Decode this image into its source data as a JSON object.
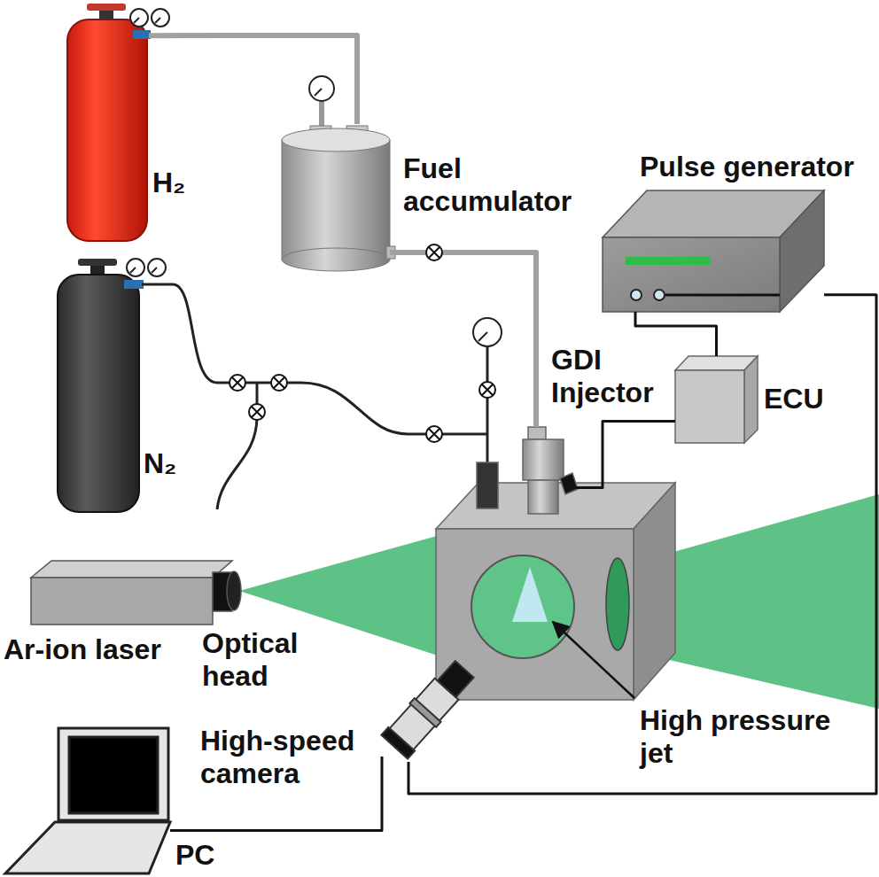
{
  "diagram": {
    "nodes": [
      {
        "text": [
          "H₂"
        ]
      },
      {
        "text": [
          "N₂"
        ]
      },
      {
        "text": [
          "Fuel accumulator"
        ]
      },
      {
        "text": [
          "Pulse generator"
        ]
      },
      {
        "text": [
          "GDI Injector"
        ]
      },
      {
        "text": [
          "ECU"
        ]
      },
      {
        "text": [
          "Ar-ion laser"
        ]
      },
      {
        "text": [
          "High-speed camera"
        ]
      },
      {
        "text": [
          "PC"
        ]
      }
    ],
    "edges": [
      {
        "from": 0,
        "to": 2,
        "arrow": "none"
      },
      {
        "from": 2,
        "to": 4,
        "arrow": "none"
      },
      {
        "from": 3,
        "to": 5,
        "arrow": "none"
      },
      {
        "from": 5,
        "to": 4,
        "arrow": "none"
      },
      {
        "from": 3,
        "to": 7,
        "arrow": "none"
      },
      {
        "from": 7,
        "to": 8,
        "arrow": "none"
      }
    ],
    "labels": [
      "Optical head",
      "High pressure jet"
    ]
  }
}
